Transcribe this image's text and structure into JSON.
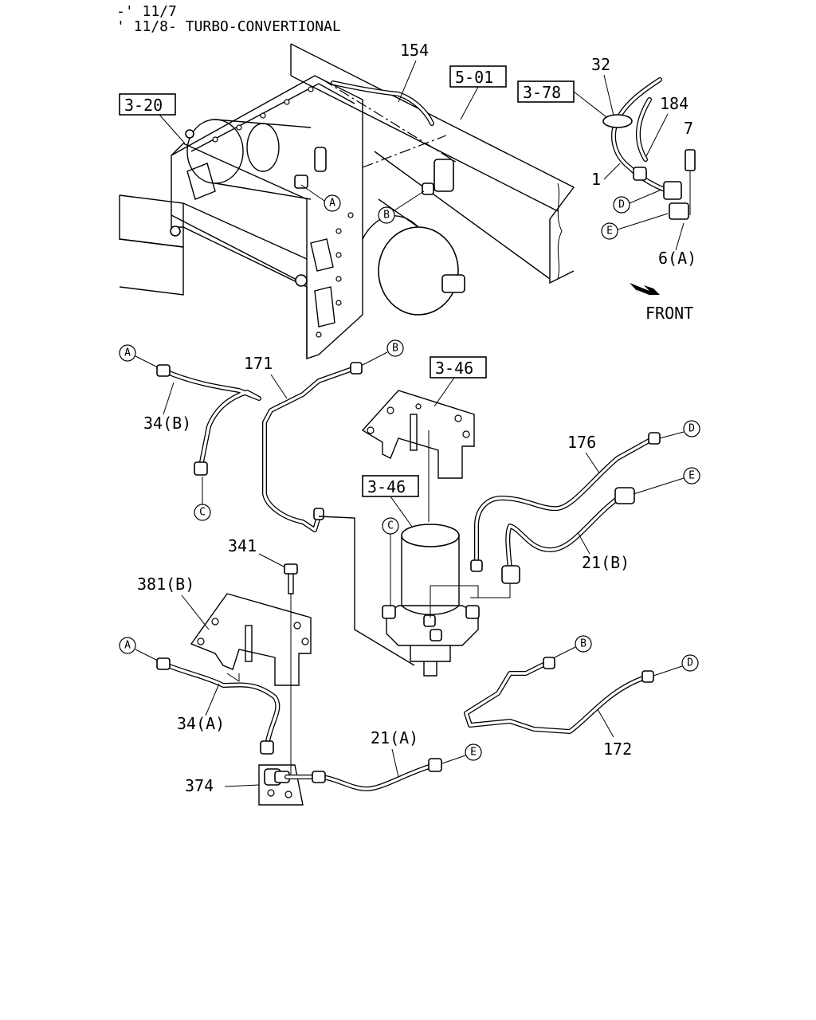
{
  "header": {
    "line1": "-' 11/7",
    "line2": "' 11/8- TURBO-CONVERTIONAL"
  },
  "refs": {
    "r320": "3-20",
    "r501": "5-01",
    "r378": "3-78",
    "r346a": "3-46",
    "r346b": "3-46"
  },
  "parts": {
    "p154": "154",
    "p32": "32",
    "p184": "184",
    "p7": "7",
    "p1": "1",
    "p6a": "6(A)",
    "p171": "171",
    "p34b": "34(B)",
    "p176": "176",
    "p21b": "21(B)",
    "p341": "341",
    "p381b": "381(B)",
    "p34a": "34(A)",
    "p21a": "21(A)",
    "p172": "172",
    "p374": "374"
  },
  "direction": {
    "front": "FRONT"
  },
  "bubbles": {
    "a1": "A",
    "b1": "B",
    "d1": "D",
    "e1": "E",
    "a2": "A",
    "c2": "C",
    "b2": "B",
    "d2": "D",
    "e2": "E",
    "c3": "C",
    "a3": "A",
    "b3": "B",
    "d3": "D",
    "e3": "E"
  },
  "icons": [
    "front-arrow-icon"
  ]
}
